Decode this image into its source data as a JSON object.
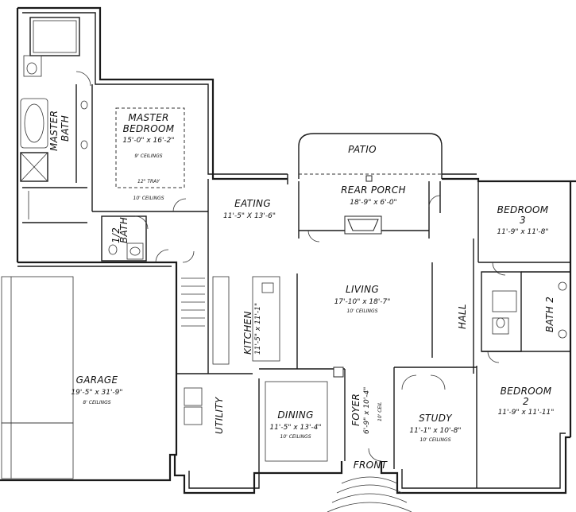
{
  "rooms": {
    "master_bedroom": {
      "name1": "MASTER",
      "name2": "BEDROOM",
      "dims": "15'-0\" x 16'-2\"",
      "ceiling1": "9' CEILINGS",
      "tray": "12\" TRAY",
      "ceiling2": "10' CEILINGS"
    },
    "master_bath": {
      "name1": "MASTER",
      "name2": "BATH"
    },
    "patio": {
      "name": "PATIO"
    },
    "rear_porch": {
      "name": "REAR PORCH",
      "dims": "18'-9\" x 6'-0\""
    },
    "eating": {
      "name": "EATING",
      "dims": "11'-5\" X 13'-6\""
    },
    "bedroom3": {
      "name1": "BEDROOM",
      "name2": "3",
      "dims": "11'-9\" x 11'-8\""
    },
    "half_bath": {
      "name1": "1/2",
      "name2": "BATH"
    },
    "living": {
      "name": "LIVING",
      "dims": "17'-10\" x 18'-7\"",
      "ceiling": "10' CEILINGS"
    },
    "hall": {
      "name": "HALL"
    },
    "bath2": {
      "name": "BATH 2"
    },
    "kitchen": {
      "name": "KITCHEN",
      "dims": "11'-5\" x 11'-1\""
    },
    "garage": {
      "name": "GARAGE",
      "dims": "19'-5\" x 31'-9\"",
      "ceiling": "8' CEILINGS"
    },
    "bedroom2": {
      "name1": "BEDROOM",
      "name2": "2",
      "dims": "11'-9\" x 11'-11\""
    },
    "utility": {
      "name": "UTILITY"
    },
    "dining": {
      "name": "DINING",
      "dims": "11'-5\" x 13'-4\"",
      "ceiling": "10' CEILINGS"
    },
    "foyer": {
      "name": "FOYER",
      "dims": "6'-9\" x 10'-4\"",
      "ceiling": "10' CEIL"
    },
    "study": {
      "name": "STUDY",
      "dims": "11'-1\" x 10'-8\"",
      "ceiling": "10' CEILINGS"
    },
    "front": {
      "name": "FRONT"
    }
  }
}
